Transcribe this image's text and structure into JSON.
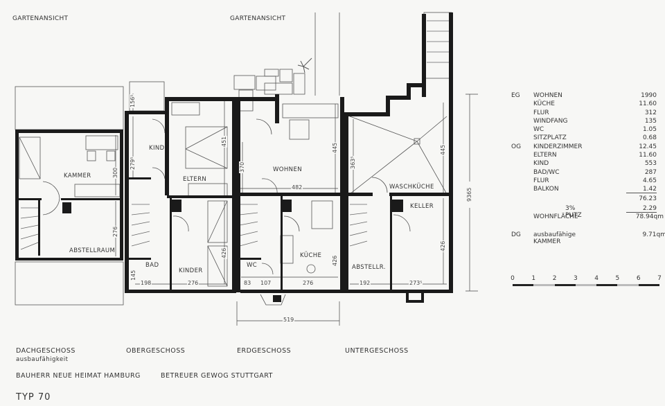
{
  "headings": {
    "top_left": "GARTENANSICHT",
    "top_center": "GARTENANSICHT"
  },
  "floors": {
    "dg": {
      "label": "DACHGESCHOSS",
      "sublabel": "ausbaufähigkeit",
      "rooms": {
        "kammer": "KAMMER",
        "abstellraum": "ABSTELLRAUM"
      },
      "dims": {
        "kammer_depth": "300",
        "abstell_depth": "276"
      }
    },
    "og": {
      "label": "OBERGESCHOSS",
      "rooms": {
        "kind": "KIND",
        "eltern": "ELTERN",
        "bad": "BAD",
        "kinder": "KINDER"
      },
      "dims": {
        "balcony": "156⁵",
        "kind_depth": "279⁵",
        "eltern_depth": "451",
        "kinder_depth": "426",
        "bad_height": "145",
        "bad_width": "198",
        "kinder_width": "276"
      }
    },
    "eg": {
      "label": "ERDGESCHOSS",
      "rooms": {
        "wohnen": "WOHNEN",
        "wc": "WC",
        "kueche": "KÜCHE"
      },
      "dims": {
        "wohnen_left": "370",
        "wohnen_right": "445",
        "wohnen_width": "482",
        "wc_width": "83",
        "flur_width": "107",
        "kueche_width": "276",
        "kueche_depth": "426",
        "total_width": "519"
      }
    },
    "ug": {
      "label": "UNTERGESCHOSS",
      "rooms": {
        "waschkueche": "WASCHKÜCHE",
        "keller": "KELLER",
        "abstellr": "ABSTELLR."
      },
      "dims": {
        "wasch_left": "363⁵",
        "wasch_right": "445",
        "keller_depth": "426",
        "abstellr_width": "192",
        "keller_width": "273⁵",
        "total_depth": "9365"
      }
    }
  },
  "area_table": {
    "rows": [
      {
        "group": "EG",
        "name": "WOHNEN",
        "value": "1990"
      },
      {
        "group": "",
        "name": "KÜCHE",
        "value": "11.60"
      },
      {
        "group": "",
        "name": "FLUR",
        "value": "312"
      },
      {
        "group": "",
        "name": "WINDFANG",
        "value": "135"
      },
      {
        "group": "",
        "name": "WC",
        "value": "1.05"
      },
      {
        "group": "",
        "name": "SITZPLATZ",
        "value": "0.68"
      },
      {
        "group": "OG",
        "name": "KINDERZIMMER",
        "value": "12.45"
      },
      {
        "group": "",
        "name": "ELTERN",
        "value": "11.60"
      },
      {
        "group": "",
        "name": "KIND",
        "value": "553"
      },
      {
        "group": "",
        "name": "BAD/WC",
        "value": "287"
      },
      {
        "group": "",
        "name": "FLUR",
        "value": "4.65"
      },
      {
        "group": "",
        "name": "BALKON",
        "value": "1.42"
      }
    ],
    "subtotal": "76.23",
    "putz_label": "3% PUTZ",
    "putz_value": "2.29",
    "total_label": "WOHNFLÄCHE",
    "total_value": "78.94qm",
    "dg_group": "DG",
    "dg_text": "ausbaufähige KAMMER",
    "dg_value": "9.71qm"
  },
  "scale_bar": {
    "ticks": [
      "0",
      "1",
      "2",
      "3",
      "4",
      "5",
      "6",
      "7"
    ]
  },
  "credits": {
    "bauherr": "BAUHERR  NEUE HEIMAT HAMBURG",
    "betreuer": "BETREUER  GEWOG STUTTGART"
  },
  "type_label": "TYP 70",
  "colors": {
    "wall": "#1a1a1a",
    "line": "#555555",
    "paper": "#f7f7f5"
  }
}
